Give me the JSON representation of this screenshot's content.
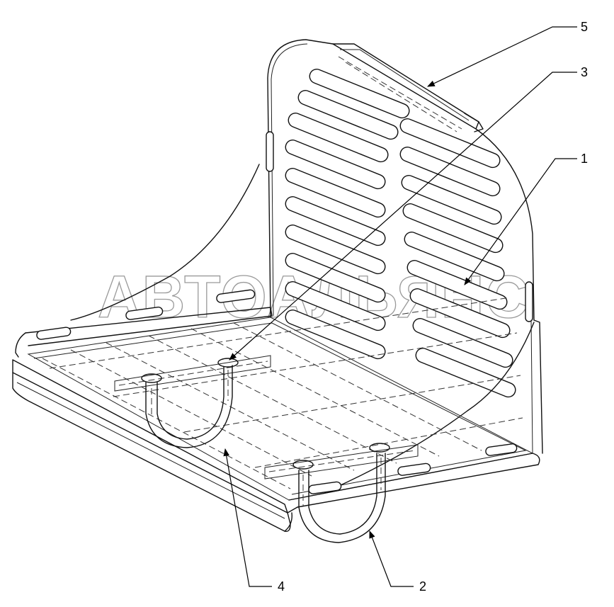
{
  "drawing": {
    "watermark": "АВТОАЛЬЯНС",
    "callouts": [
      {
        "id": "1",
        "label": "1"
      },
      {
        "id": "2",
        "label": "2"
      },
      {
        "id": "3",
        "label": "3"
      },
      {
        "id": "4",
        "label": "4"
      },
      {
        "id": "5",
        "label": "5"
      }
    ]
  }
}
